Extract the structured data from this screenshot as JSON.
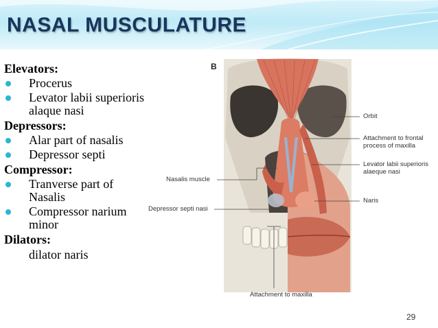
{
  "slide": {
    "title": "NASAL MUSCULATURE",
    "page_number": "29",
    "accent_color": "#2bb5d6",
    "title_color": "#17365d"
  },
  "sections": [
    {
      "heading": "Elevators:",
      "items": [
        "Procerus",
        "Levator labii superioris alaque nasi"
      ]
    },
    {
      "heading": "Depressors:",
      "items": [
        "Alar part of nasalis",
        "Depressor septi"
      ]
    },
    {
      "heading": "Compressor:",
      "items": [
        "Tranverse part of Nasalis",
        "Compressor narium minor"
      ]
    },
    {
      "heading": "Dilators:",
      "plain": "dilator naris"
    }
  ],
  "figure": {
    "panel_letter": "B",
    "labels": {
      "orbit": "Orbit",
      "attachment_frontal": "Attachment to frontal process of maxilla",
      "levator": "Levator labii superioris alaeque nasi",
      "nasalis": "Nasalis muscle",
      "naris": "Naris",
      "depressor": "Depressor septi nasi",
      "attachment_maxilla": "Attachment to maxilla"
    }
  }
}
